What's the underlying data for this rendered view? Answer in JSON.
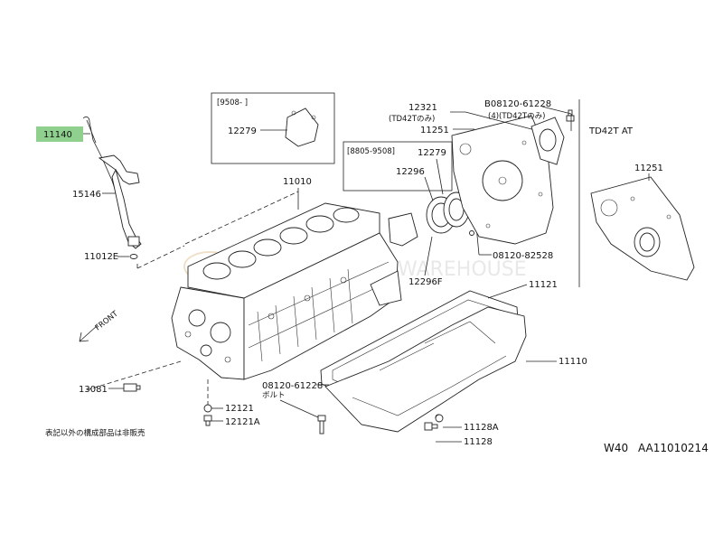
{
  "parts": {
    "p11140": "11140",
    "p15146": "15146",
    "p11012e": "11012E",
    "p13081": "13081",
    "p11010": "11010",
    "p12279_top": "12279",
    "p12279_mid": "12279",
    "p12296": "12296",
    "p12296f": "12296F",
    "p12321": "12321",
    "p11251_mid": "11251",
    "p11251_right": "11251",
    "p11121": "11121",
    "p11110": "11110",
    "p12121": "12121",
    "p12121a": "12121A",
    "p11128a": "11128A",
    "p11128": "11128",
    "bolt_08120_61228_top": "B08120-61228",
    "bolt_08120_61228_qty": "(4)(TD42Tのみ)",
    "bolt_08120_82528": "08120-82528",
    "bolt_08120_61228_bottom": "08120-61228",
    "bolt_word": "ボルト"
  },
  "notes": {
    "date_range_1": "[9508-      ]",
    "date_range_2": "[8805-9508]",
    "td42t_only": "(TD42Tのみ)",
    "td42t_at": "TD42T AT",
    "front": "FRONT",
    "not_sold": "表記以外の構成部品は非販売",
    "watermark": "WAREHOUSE"
  },
  "footer": {
    "page_code": "W40",
    "diagram_code": "AA11010214"
  },
  "colors": {
    "highlight": "#8fd08f",
    "watermark": "#d9d9d9",
    "line": "#222222"
  }
}
